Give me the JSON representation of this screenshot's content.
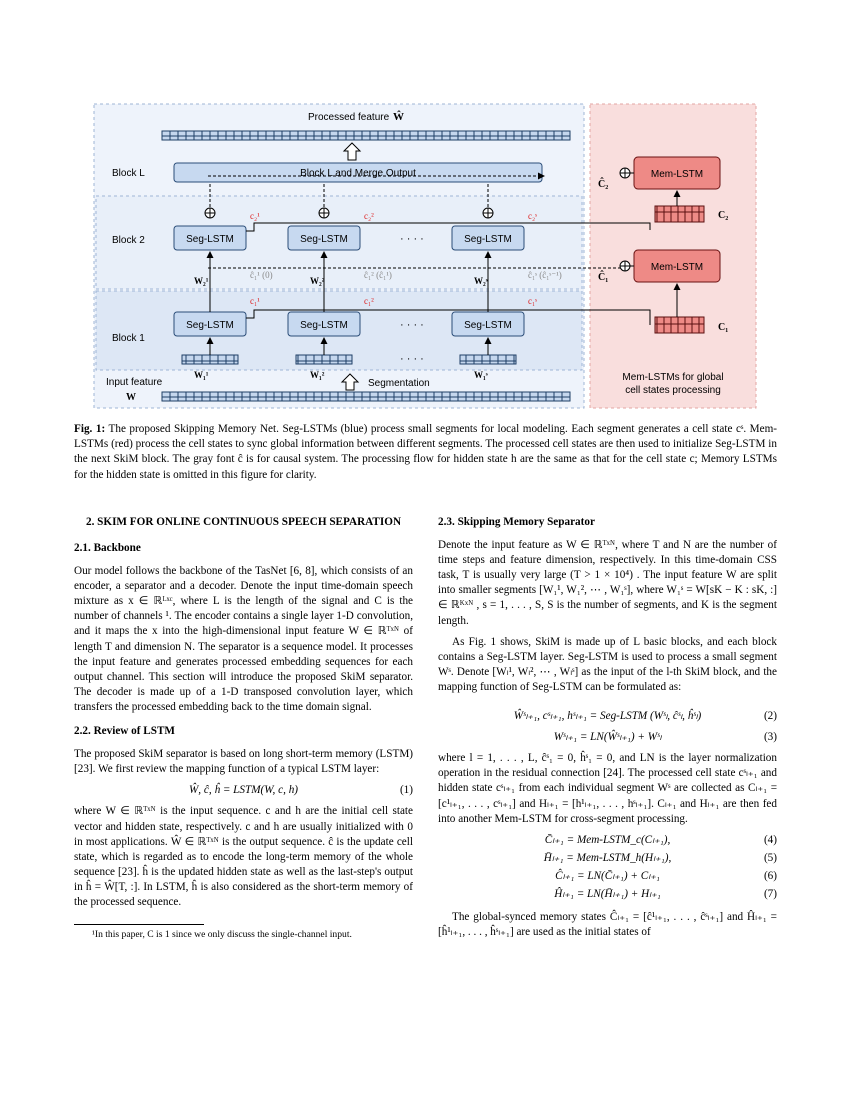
{
  "figure": {
    "processed_feature_label": "Processed feature",
    "processed_feature_symbol": "Ŵ",
    "block_l_label": "Block L",
    "block_l_merge": "Block L and Merge Output",
    "block2_label": "Block 2",
    "block1_label": "Block 1",
    "seg_lstm": "Seg-LSTM",
    "mem_lstm": "Mem-LSTM",
    "dots": "· · · ·",
    "input_feature_label": "Input feature",
    "input_symbol": "W",
    "segmentation_label": "Segmentation",
    "mem_caption_line1": "Mem-LSTMs for global",
    "mem_caption_line2": "cell states processing",
    "c1": "C₁",
    "c2": "C₂",
    "c1_hat": "Ĉ₁",
    "c2_hat": "Ĉ₂",
    "w11": "W₁¹",
    "w12": "W₁²",
    "w1s": "W₁ˢ",
    "w21": "W₂¹",
    "w22": "W₂²",
    "w2s": "W₂ˢ",
    "cell_b1_1": "c₁¹",
    "cell_b1_2": "c₁²",
    "cell_b1_s": "c₁ˢ",
    "cell_b2_1": "c₂¹",
    "cell_b2_2": "c₂²",
    "cell_b2_s": "c₂ˢ",
    "init_1": "ĉ₁¹ (0)",
    "init_2": "ĉ₁² (ĉ₁¹)",
    "init_s": "ĉ₁ˢ (ĉ₁ˢ⁻¹)"
  },
  "caption": {
    "label": "Fig. 1:",
    "text": " The proposed Skipping Memory Net. Seg-LSTMs (blue) process small segments for local modeling. Each segment generates a cell state cˢ. Mem-LSTMs (red) process the cell states to sync global information between different segments. The processed cell states are then used to initialize Seg-LSTM in the next SkiM block. The gray font ĉ is for causal system. The processing flow for hidden state h are the same as that for the cell state c; Memory LSTMs for the hidden state is omitted in this figure for clarity."
  },
  "left": {
    "section_title": "2. SKIM FOR ONLINE CONTINUOUS SPEECH SEPARATION",
    "backbone_title": "2.1. Backbone",
    "backbone_text": "Our model follows the backbone of the TasNet [6, 8], which consists of an encoder, a separator and a decoder. Denote the input time-domain speech mixture as x ∈ ℝᴸˣᶜ, where L is the length of the signal and C is the number of channels ¹. The encoder contains a single layer 1-D convolution, and it maps the x into the high-dimensional input feature W ∈ ℝᵀˣᴺ of length T and dimension N. The separator is a sequence model. It processes the input feature and generates processed embedding sequences for each output channel. This section will introduce the proposed SkiM separator. The decoder is made up of a 1-D transposed convolution layer, which transfers the processed embedding back to the time domain signal.",
    "review_title": "2.2. Review of LSTM",
    "review_text": "The proposed SkiM separator is based on long short-term memory (LSTM) [23]. We first review the mapping function of a typical LSTM layer:",
    "eq1": "Ŵ, ĉ, ĥ = LSTM(W, c, h)",
    "eq1_num": "(1)",
    "after_eq1": "where W ∈ ℝᵀˣᴺ is the input sequence. c and h are the initial cell state vector and hidden state, respectively. c and h are usually initialized with 0 in most applications. Ŵ ∈ ℝᵀˣᴺ is the output sequence. ĉ is the update cell state, which is regarded as to encode the long-term memory of the whole sequence [23]. ĥ is the updated hidden state as well as the last-step's output in ĥ = Ŵ[T, :]. In LSTM, ĥ is also considered as the short-term memory of the processed sequence.",
    "footnote": "¹In this paper, C is 1 since we only discuss the single-channel input."
  },
  "right": {
    "sep_title": "2.3. Skipping Memory Separator",
    "p1": "Denote the input feature as W ∈ ℝᵀˣᴺ, where T and N are the number of time steps and feature dimension, respectively. In this time-domain CSS task, T is usually very large (T > 1 × 10⁴) . The input feature W are split into smaller segments [W₁¹, W₁², ⋯ , W₁ˢ], where W₁ˢ = W[sK − K : sK, :] ∈ ℝᴷˣᴺ , s = 1, . . . , S, S is the number of segments, and K is the segment length.",
    "p2": "As Fig. 1 shows, SkiM is made up of L basic blocks, and each block contains a Seg-LSTM layer. Seg-LSTM is used to process a small segment Wˢ. Denote [Wₗ¹, Wₗ², ⋯ , Wₗˢ] as the input of the l-th SkiM block, and the mapping function of Seg-LSTM can be formulated as:",
    "eq2": "Ŵˢₗ₊₁, cˢₗ₊₁, hˢₗ₊₁ = Seg-LSTM (Wˢₗ, ĉˢₗ, ĥˢₗ)",
    "eq2_num": "(2)",
    "eq3": "Wˢₗ₊₁ = LN(Ŵˢₗ₊₁) + Wˢₗ",
    "eq3_num": "(3)",
    "p3": "where l = 1, . . . , L, ĉˢ₁ = 0, ĥˢ₁ = 0, and LN is the layer normalization operation in the residual connection [24]. The processed cell state cˢₗ₊₁ and hidden state cˢₗ₊₁ from each individual segment Wˢ are collected as Cₗ₊₁ = [c¹ₗ₊₁, . . . , cˢₗ₊₁] and Hₗ₊₁ = [h¹ₗ₊₁, . . . , hˢₗ₊₁]. Cₗ₊₁ and Hₗ₊₁ are then fed into another Mem-LSTM for cross-segment processing.",
    "eq4": "C̄ₗ₊₁ = Mem-LSTM_c(Cₗ₊₁),",
    "eq4_num": "(4)",
    "eq5": "H̄ₗ₊₁ = Mem-LSTM_h(Hₗ₊₁),",
    "eq5_num": "(5)",
    "eq6": "Ĉₗ₊₁ = LN(C̄ₗ₊₁) + Cₗ₊₁",
    "eq6_num": "(6)",
    "eq7": "Ĥₗ₊₁ = LN(H̄ₗ₊₁) + Hₗ₊₁",
    "eq7_num": "(7)",
    "p4": "The global-synced memory states Ĉₗ₊₁ = [ĉ¹ₗ₊₁, . . . , ĉˢₗ₊₁] and Ĥₗ₊₁ = [ĥ¹ₗ₊₁, . . . , ĥˢₗ₊₁] are used as the initial states of"
  }
}
